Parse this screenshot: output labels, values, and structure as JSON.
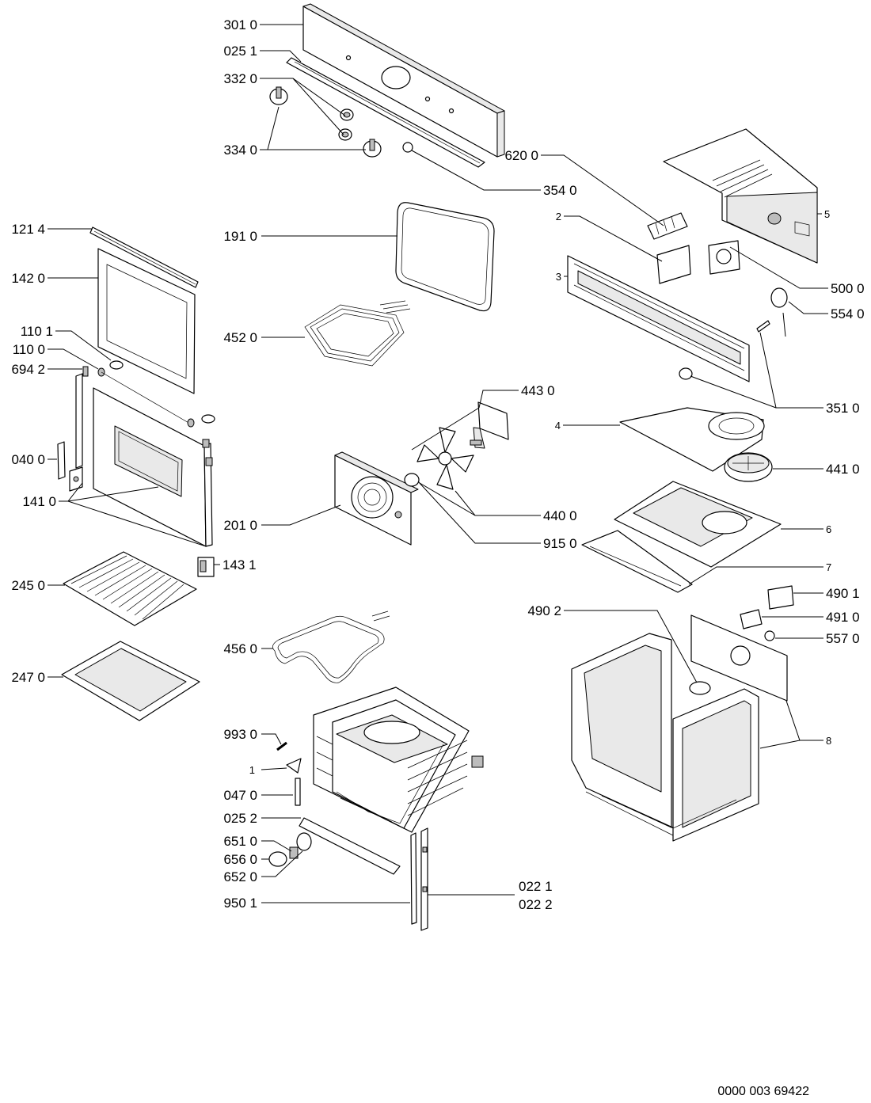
{
  "callouts": [
    {
      "id": "c3010",
      "text": "301 0"
    },
    {
      "id": "c0251",
      "text": "025 1"
    },
    {
      "id": "c3320",
      "text": "332 0"
    },
    {
      "id": "c3340",
      "text": "334 0"
    },
    {
      "id": "c3540",
      "text": "354 0"
    },
    {
      "id": "c1910",
      "text": "191 0"
    },
    {
      "id": "c4520",
      "text": "452 0"
    },
    {
      "id": "c1214",
      "text": "121 4"
    },
    {
      "id": "c1420",
      "text": "142 0"
    },
    {
      "id": "c1101",
      "text": "110 1"
    },
    {
      "id": "c1100",
      "text": "110 0"
    },
    {
      "id": "c6942",
      "text": "694 2"
    },
    {
      "id": "c0400",
      "text": "040 0"
    },
    {
      "id": "c1410",
      "text": "141 0"
    },
    {
      "id": "c2010",
      "text": "201 0"
    },
    {
      "id": "c1431",
      "text": "143 1"
    },
    {
      "id": "c2450",
      "text": "245 0"
    },
    {
      "id": "c2470",
      "text": "247 0"
    },
    {
      "id": "c4560",
      "text": "456 0"
    },
    {
      "id": "c9930",
      "text": "993 0"
    },
    {
      "id": "c1",
      "text": "1"
    },
    {
      "id": "c0470",
      "text": "047 0"
    },
    {
      "id": "c0252",
      "text": "025 2"
    },
    {
      "id": "c6510",
      "text": "651 0"
    },
    {
      "id": "c6560",
      "text": "656 0"
    },
    {
      "id": "c6520",
      "text": "652 0"
    },
    {
      "id": "c9501",
      "text": "950 1"
    },
    {
      "id": "c0221",
      "text": "022 1"
    },
    {
      "id": "c0222",
      "text": "022 2"
    },
    {
      "id": "c4430",
      "text": "443 0"
    },
    {
      "id": "c4400",
      "text": "440 0"
    },
    {
      "id": "c9150",
      "text": "915 0"
    },
    {
      "id": "c6200",
      "text": "620 0"
    },
    {
      "id": "c2",
      "text": "2"
    },
    {
      "id": "c3",
      "text": "3"
    },
    {
      "id": "c5",
      "text": "5"
    },
    {
      "id": "c5000",
      "text": "500 0"
    },
    {
      "id": "c5540",
      "text": "554 0"
    },
    {
      "id": "c3510",
      "text": "351 0"
    },
    {
      "id": "c4",
      "text": "4"
    },
    {
      "id": "c4410",
      "text": "441 0"
    },
    {
      "id": "c6",
      "text": "6"
    },
    {
      "id": "c7",
      "text": "7"
    },
    {
      "id": "c4901",
      "text": "490 1"
    },
    {
      "id": "c4902",
      "text": "490 2"
    },
    {
      "id": "c4910",
      "text": "491 0"
    },
    {
      "id": "c5570",
      "text": "557 0"
    },
    {
      "id": "c8",
      "text": "8"
    }
  ],
  "document_number": "0000 003 69422"
}
